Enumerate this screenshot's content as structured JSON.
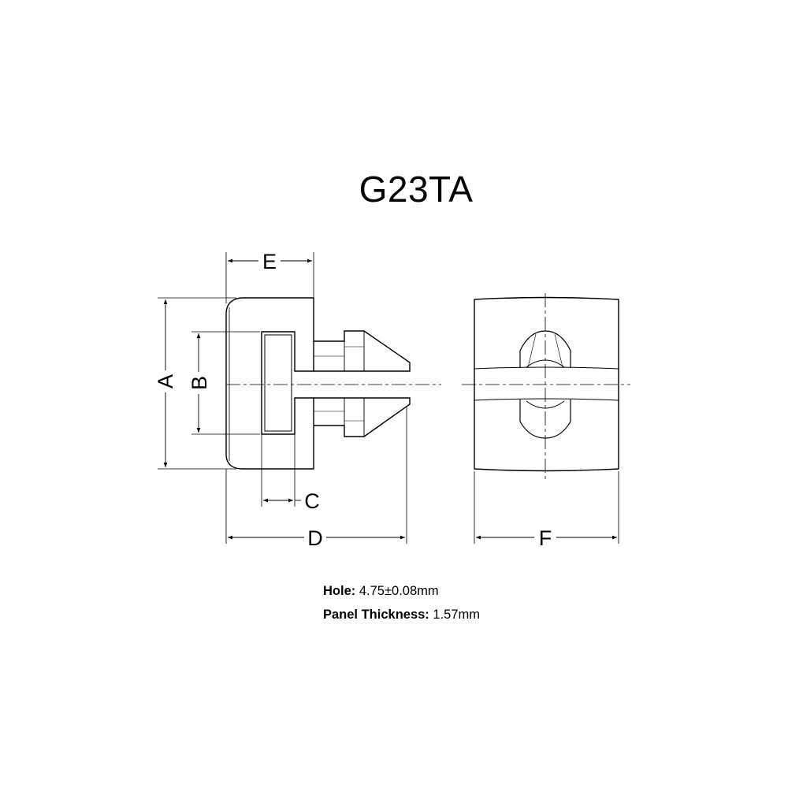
{
  "title": "G23TA",
  "dimensions": {
    "a": "A",
    "b": "B",
    "c": "C",
    "d": "D",
    "e": "E",
    "f": "F"
  },
  "specs": {
    "hole_label": "Hole:",
    "hole_value": "4.75±0.08mm",
    "panel_label": "Panel Thickness:",
    "panel_value": "1.57mm"
  }
}
